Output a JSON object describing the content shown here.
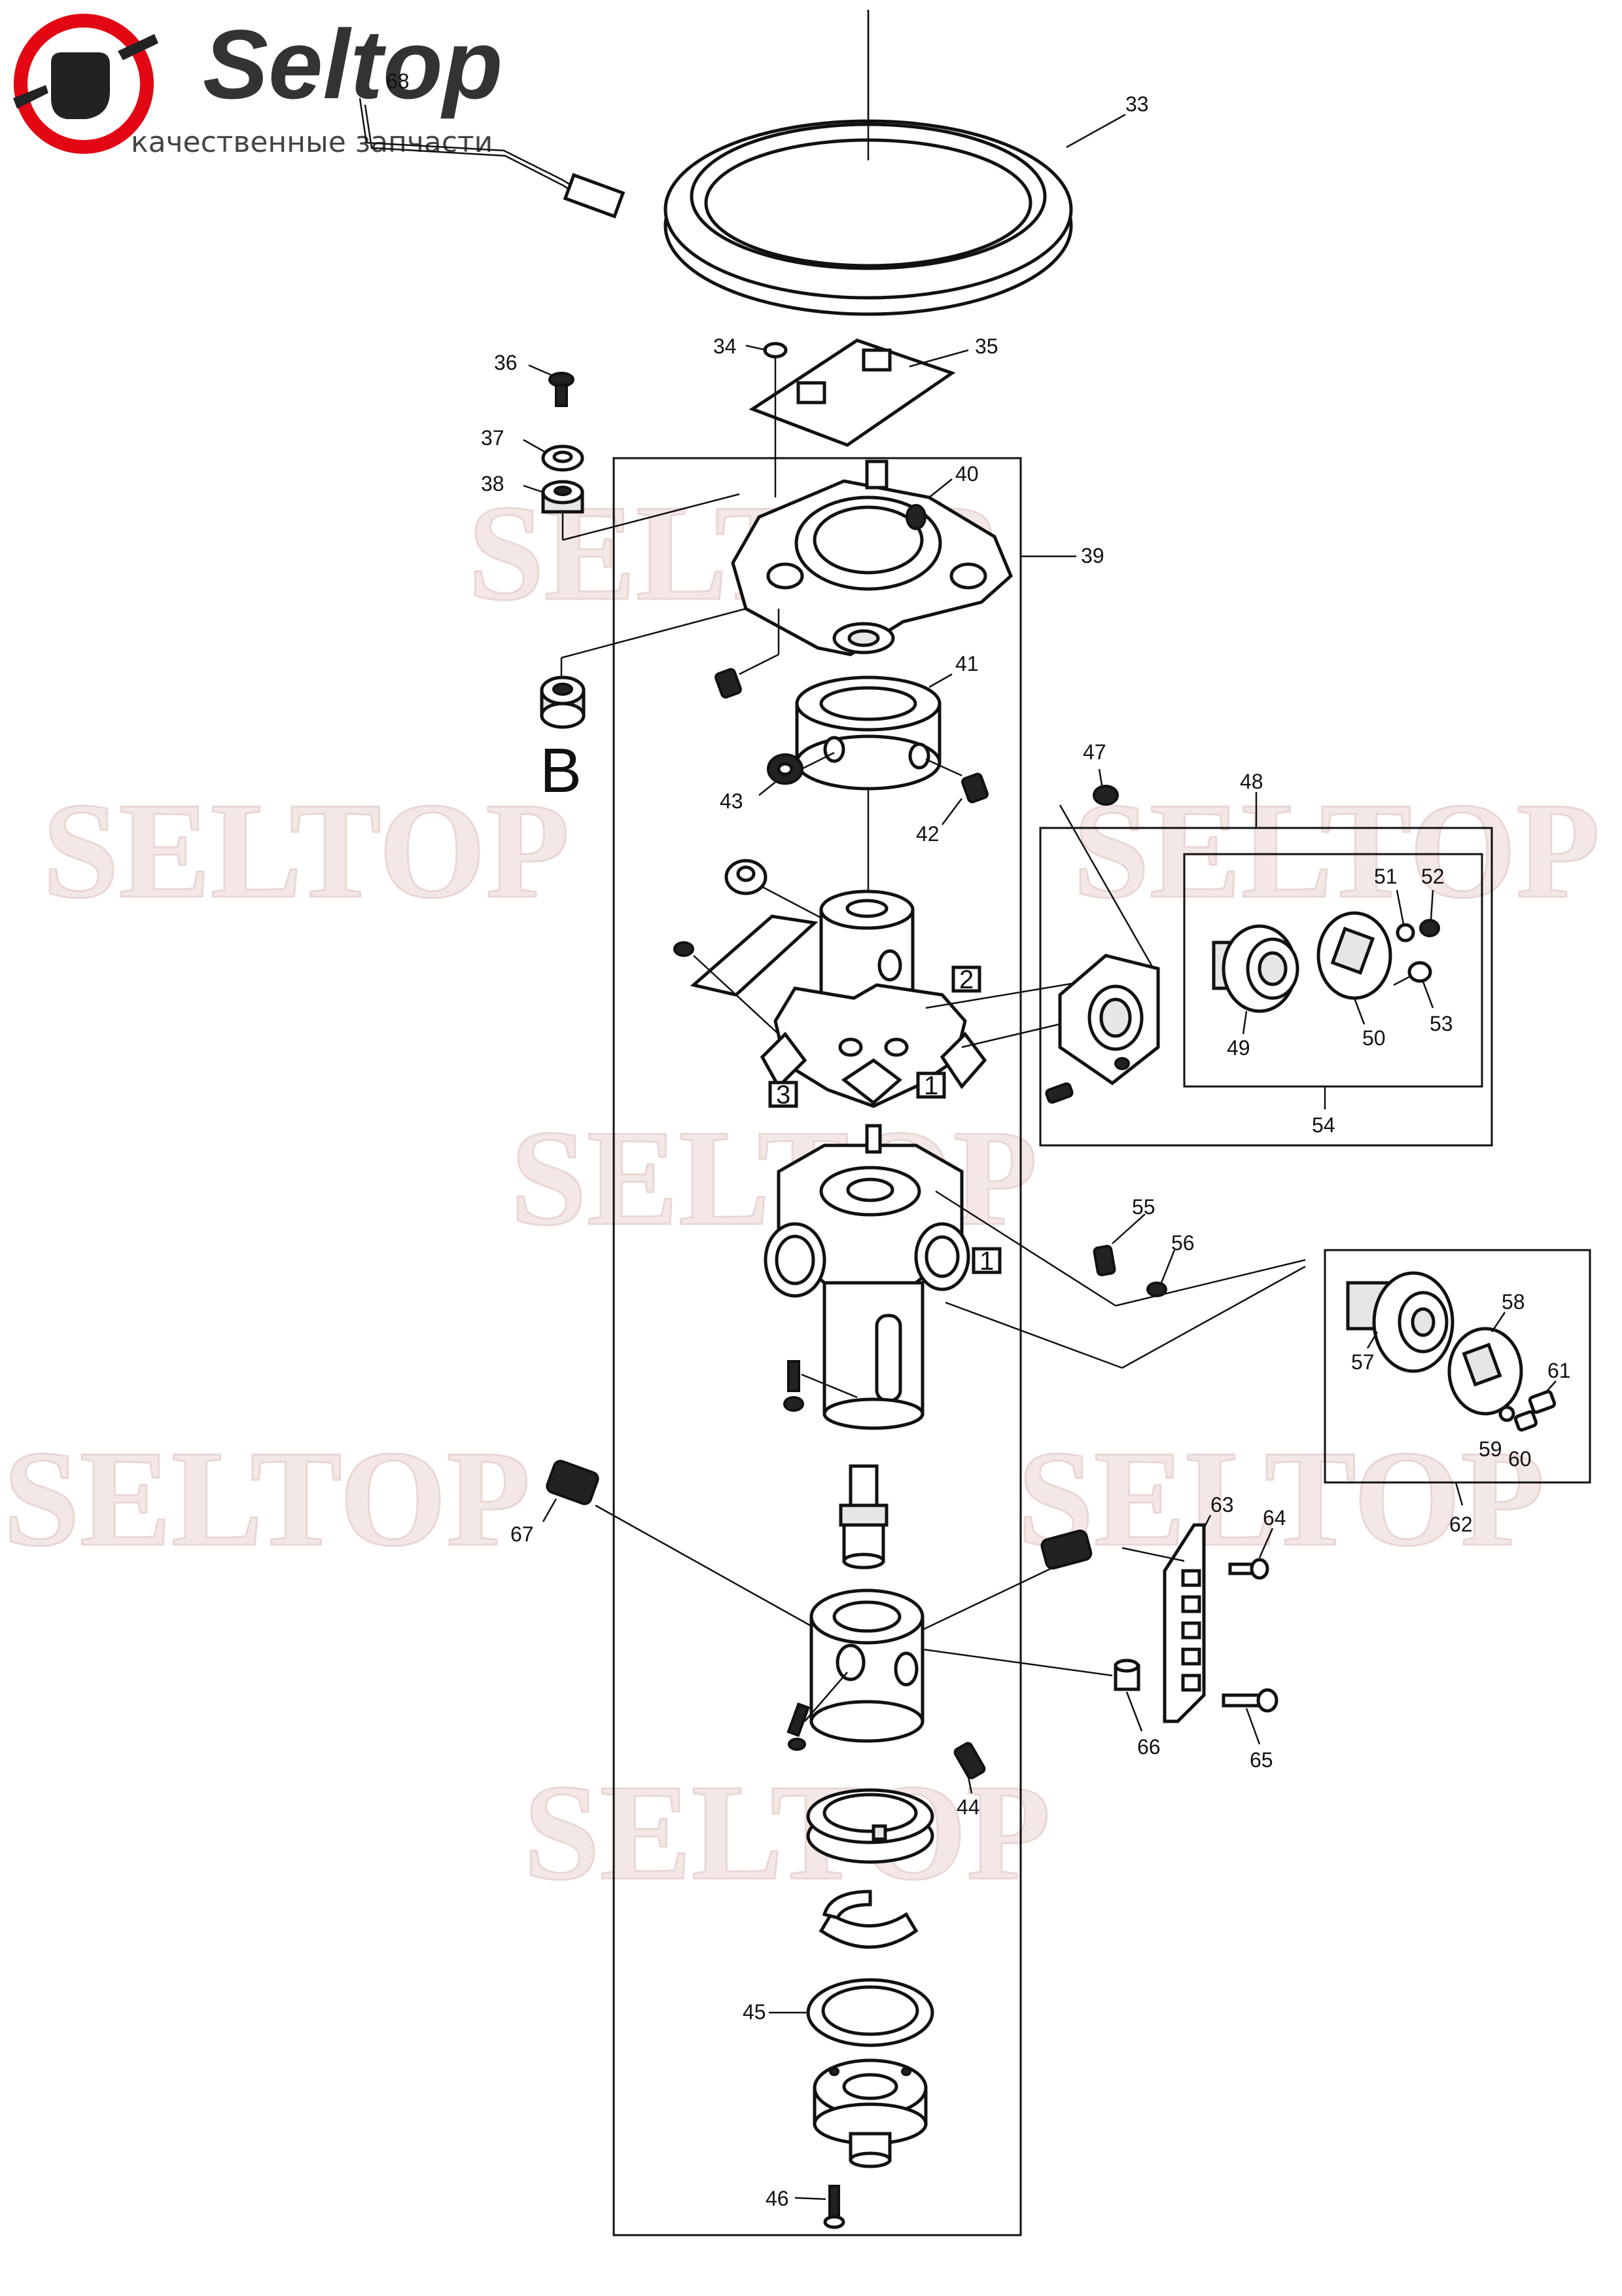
{
  "logo": {
    "brand": "Seltop",
    "tagline": "качественные запчасти",
    "badge_color": "#e30613"
  },
  "watermark_text": "SELTOP",
  "callouts": {
    "c33": "33",
    "c34": "34",
    "c35": "35",
    "c36": "36",
    "c37": "37",
    "c38": "38",
    "c39": "39",
    "c40": "40",
    "c41": "41",
    "c42": "42",
    "c43": "43",
    "c44": "44",
    "c45": "45",
    "c46": "46",
    "c47": "47",
    "c48": "48",
    "c49": "49",
    "c50": "50",
    "c51": "51",
    "c52": "52",
    "c53": "53",
    "c54": "54",
    "c55": "55",
    "c56": "56",
    "c57": "57",
    "c58": "58",
    "c59": "59",
    "c60": "60",
    "c61": "61",
    "c62": "62",
    "c63": "63",
    "c64": "64",
    "c65": "65",
    "c66": "66",
    "c67": "67",
    "c68": "68"
  },
  "markers": {
    "m1a": "1",
    "m1b": "1",
    "m2": "2",
    "m3": "3"
  },
  "detail_label": "B"
}
